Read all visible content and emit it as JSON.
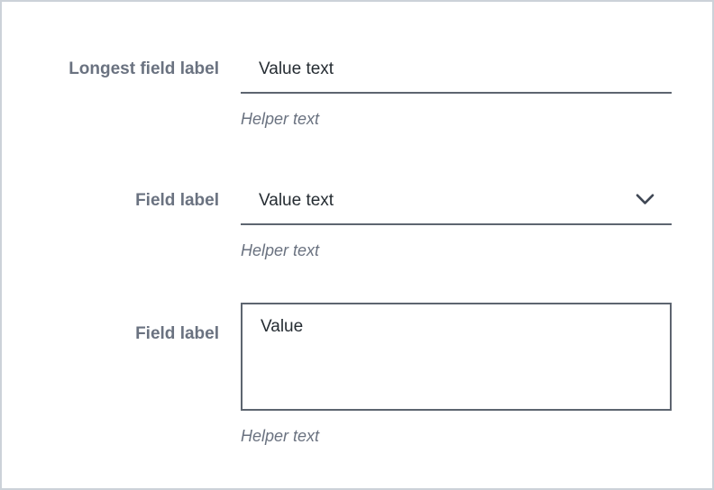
{
  "colors": {
    "page_border": "#ccd2d9",
    "label": "#6a7280",
    "value": "#252c32",
    "helper": "#6a7280",
    "input_border": "#5d6570",
    "chevron": "#3f4754"
  },
  "fields": [
    {
      "type": "text-input",
      "label": "Longest field label",
      "value": "Value text",
      "helper": "Helper text"
    },
    {
      "type": "select",
      "label": "Field label",
      "value": "Value text",
      "helper": "Helper text",
      "icon": "chevron-down-icon"
    },
    {
      "type": "textarea",
      "label": "Field label",
      "value": "Value",
      "helper": "Helper text"
    }
  ]
}
